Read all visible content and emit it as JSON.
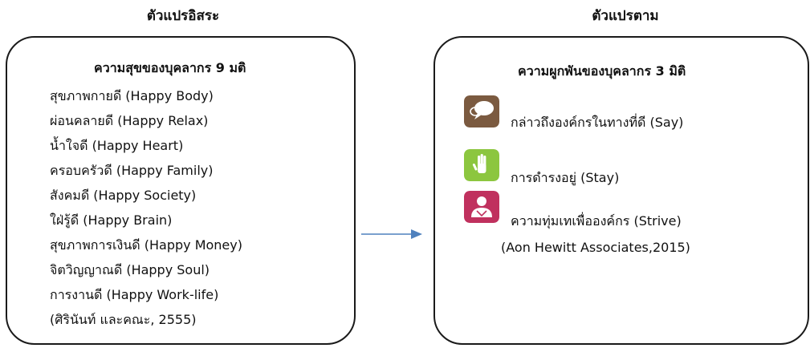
{
  "headings": {
    "independent": "ตัวแปรอิสระ",
    "dependent": "ตัวแปรตาม"
  },
  "left_box": {
    "title": "ความสุขของบุคลากร 9 มติ",
    "items": [
      "สุขภาพกายดี (Happy Body)",
      "ผ่อนคลายดี (Happy Relax)",
      "น้ำใจดี (Happy Heart)",
      "ครอบครัวดี (Happy Family)",
      "สังคมดี (Happy Society)",
      "ใฝ่รู้ดี (Happy Brain)",
      "สุขภาพการเงินดี (Happy Money)",
      "จิตวิญญาณดี (Happy Soul)",
      "การงานดี (Happy Work-life)"
    ],
    "citation": "(ศิรินันท์ และคณะ, 2555)"
  },
  "right_box": {
    "title": "ความผูกพันของบุคลากร 3 มิติ",
    "items": [
      {
        "label": "กล่าวถึงองค์กรในทางที่ดี (Say)",
        "icon": "speech-bubble-icon",
        "color": "#7b5a40"
      },
      {
        "label": "การดำรงอยู่ (Stay)",
        "icon": "raised-hand-icon",
        "color": "#8cc63f"
      },
      {
        "label": "ความทุ่มเทเพื่อองค์กร (Strive)",
        "icon": "person-icon",
        "color": "#c0315e"
      }
    ],
    "citation": "(Aon Hewitt Associates,2015)"
  },
  "colors": {
    "arrow": "#4f81bd",
    "border": "#1a1a1a"
  }
}
